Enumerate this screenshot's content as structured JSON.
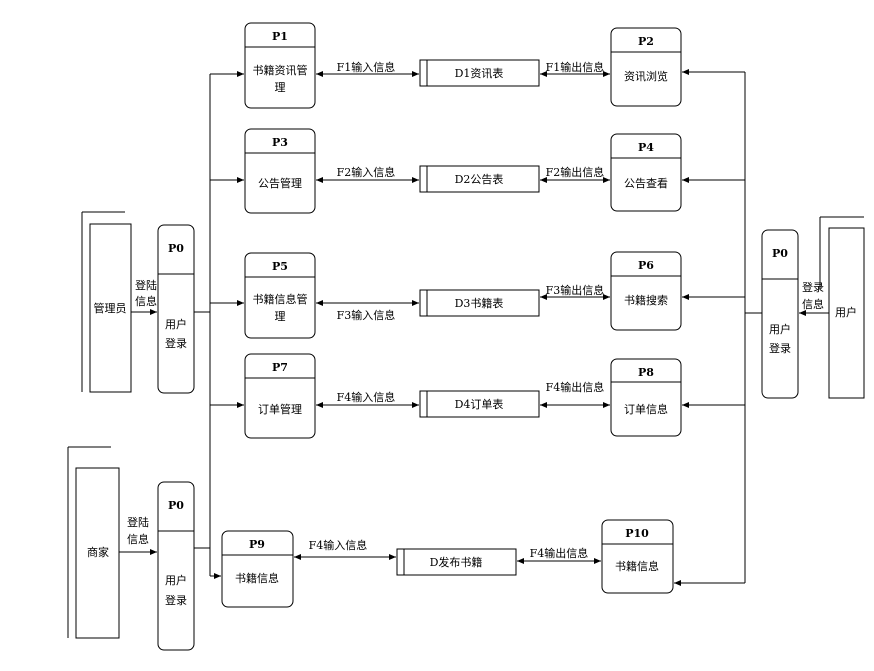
{
  "entities": {
    "admin": {
      "label": "管理员"
    },
    "merchant": {
      "label": "商家"
    },
    "user": {
      "label": "用户"
    }
  },
  "login_flows": {
    "admin_l1": "登陆",
    "admin_l2": "信息",
    "merchant_l1": "登陆",
    "merchant_l2": "信息",
    "user_l1": "登录",
    "user_l2": "信息"
  },
  "processes": {
    "p0_admin": {
      "id": "P0",
      "l1": "用户",
      "l2": "登录"
    },
    "p0_merchant": {
      "id": "P0",
      "l1": "用户",
      "l2": "登录"
    },
    "p0_user": {
      "id": "P0",
      "l1": "用户",
      "l2": "登录"
    },
    "p1": {
      "id": "P1",
      "l1": "书籍资讯管",
      "l2": "理"
    },
    "p2": {
      "id": "P2",
      "l1": "资讯浏览"
    },
    "p3": {
      "id": "P3",
      "l1": "公告管理"
    },
    "p4": {
      "id": "P4",
      "l1": "公告查看"
    },
    "p5": {
      "id": "P5",
      "l1": "书籍信息管",
      "l2": "理"
    },
    "p6": {
      "id": "P6",
      "l1": "书籍搜索"
    },
    "p7": {
      "id": "P7",
      "l1": "订单管理"
    },
    "p8": {
      "id": "P8",
      "l1": "订单信息"
    },
    "p9": {
      "id": "P9",
      "l1": "书籍信息"
    },
    "p10": {
      "id": "P10",
      "l1": "书籍信息"
    }
  },
  "stores": {
    "d1": {
      "label": "D1资讯表"
    },
    "d2": {
      "label": "D2公告表"
    },
    "d3": {
      "label": "D3书籍表"
    },
    "d4": {
      "label": "D4订单表"
    },
    "d5": {
      "label": "D发布书籍"
    }
  },
  "flows": {
    "f1_in": "F1输入信息",
    "f1_out": "F1输出信息",
    "f2_in": "F2输入信息",
    "f2_out": "F2输出信息",
    "f3_in": "F3输入信息",
    "f3_out": "F3输出信息",
    "f4_in": "F4输入信息",
    "f4_out": "F4输出信息",
    "f4_in_b": "F4输入信息",
    "f4_out_b": "F4输出信息"
  }
}
